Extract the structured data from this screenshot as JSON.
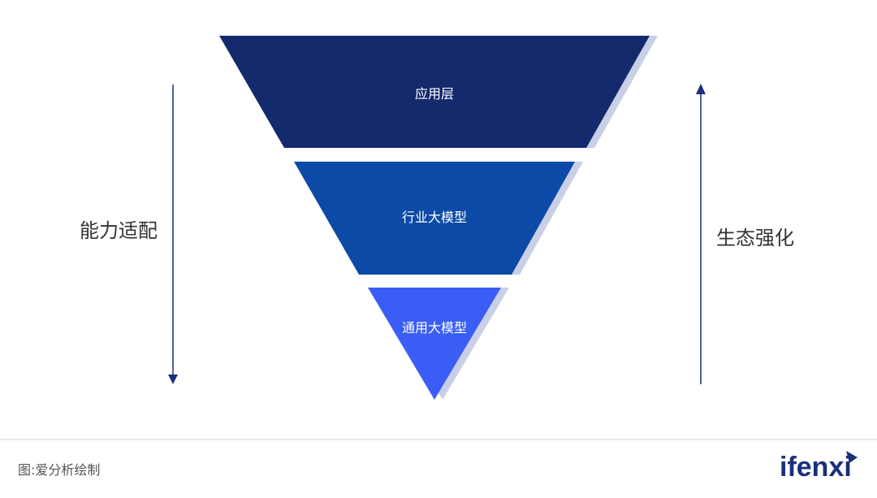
{
  "layers": [
    {
      "label": "应用层",
      "color": "#152a6c"
    },
    {
      "label": "行业大模型",
      "color": "#0b4aa6"
    },
    {
      "label": "通用大模型",
      "color": "#3a5ef5"
    }
  ],
  "shadow_color": "#c9cfe6",
  "left_arrow": {
    "label": "能力适配",
    "direction": "down"
  },
  "right_arrow": {
    "label": "生态强化",
    "direction": "up"
  },
  "footer": {
    "caption": "图:爱分析绘制",
    "logo": "ifenxi"
  }
}
